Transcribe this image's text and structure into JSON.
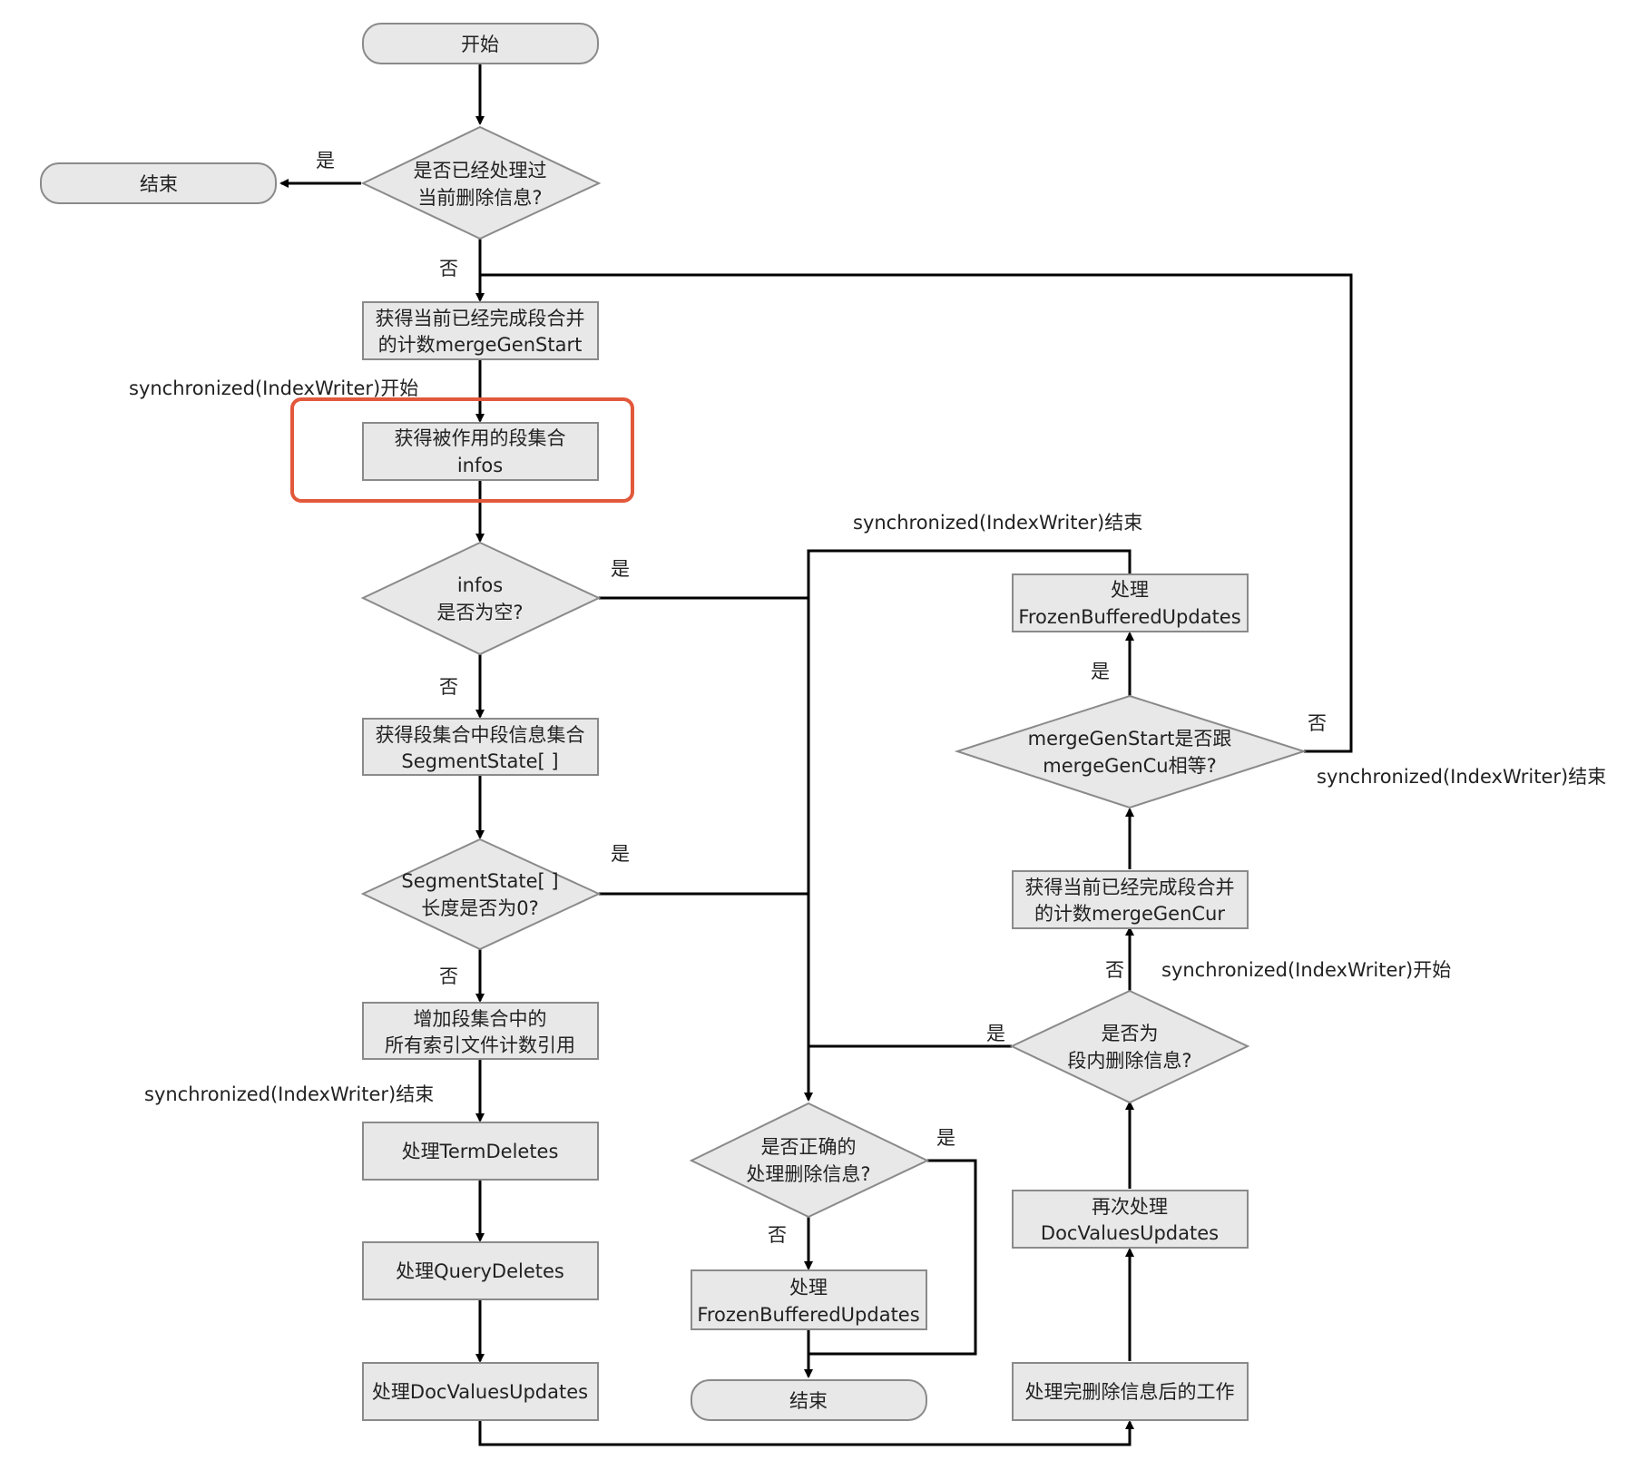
{
  "nodes": {
    "start": [
      "开始"
    ],
    "end_top": [
      "结束"
    ],
    "d_processed": [
      "是否已经处理过",
      "当前删除信息?"
    ],
    "get_merge_start": [
      "获得当前已经完成段合并",
      "的计数mergeGenStart"
    ],
    "get_infos": [
      "获得被作用的段集合",
      "infos"
    ],
    "d_infos_empty": [
      "infos",
      "是否为空?"
    ],
    "get_segstates": [
      "获得段集合中段信息集合",
      "SegmentState[ ]"
    ],
    "d_segstate_len": [
      "SegmentState[ ]",
      "长度是否为0?"
    ],
    "inc_ref": [
      "增加段集合中的",
      "所有索引文件计数引用"
    ],
    "term_deletes": [
      "处理TermDeletes"
    ],
    "query_deletes": [
      "处理QueryDeletes"
    ],
    "docvalues_updates": [
      "处理DocValuesUpdates"
    ],
    "d_correct": [
      "是否正确的",
      "处理删除信息?"
    ],
    "frozen_mid": [
      "处理",
      "FrozenBufferedUpdates"
    ],
    "end_bottom": [
      "结束"
    ],
    "after_work": [
      "处理完删除信息后的工作"
    ],
    "docvalues_again": [
      "再次处理",
      "DocValuesUpdates"
    ],
    "d_in_segment": [
      "是否为",
      "段内删除信息?"
    ],
    "get_merge_cur": [
      "获得当前已经完成段合并",
      "的计数mergeGenCur"
    ],
    "d_equal": [
      "mergeGenStart是否跟",
      "mergeGenCu相等?"
    ],
    "frozen_right": [
      "处理",
      "FrozenBufferedUpdates"
    ]
  },
  "labels": {
    "yes": "是",
    "no": "否",
    "sync_start": "synchronized(IndexWriter)开始",
    "sync_end": "synchronized(IndexWriter)结束"
  },
  "colors": {
    "node_fill": "#e8e8e8",
    "node_stroke": "#8a8a8a",
    "edge": "#000000",
    "highlight": "#e2583b"
  }
}
